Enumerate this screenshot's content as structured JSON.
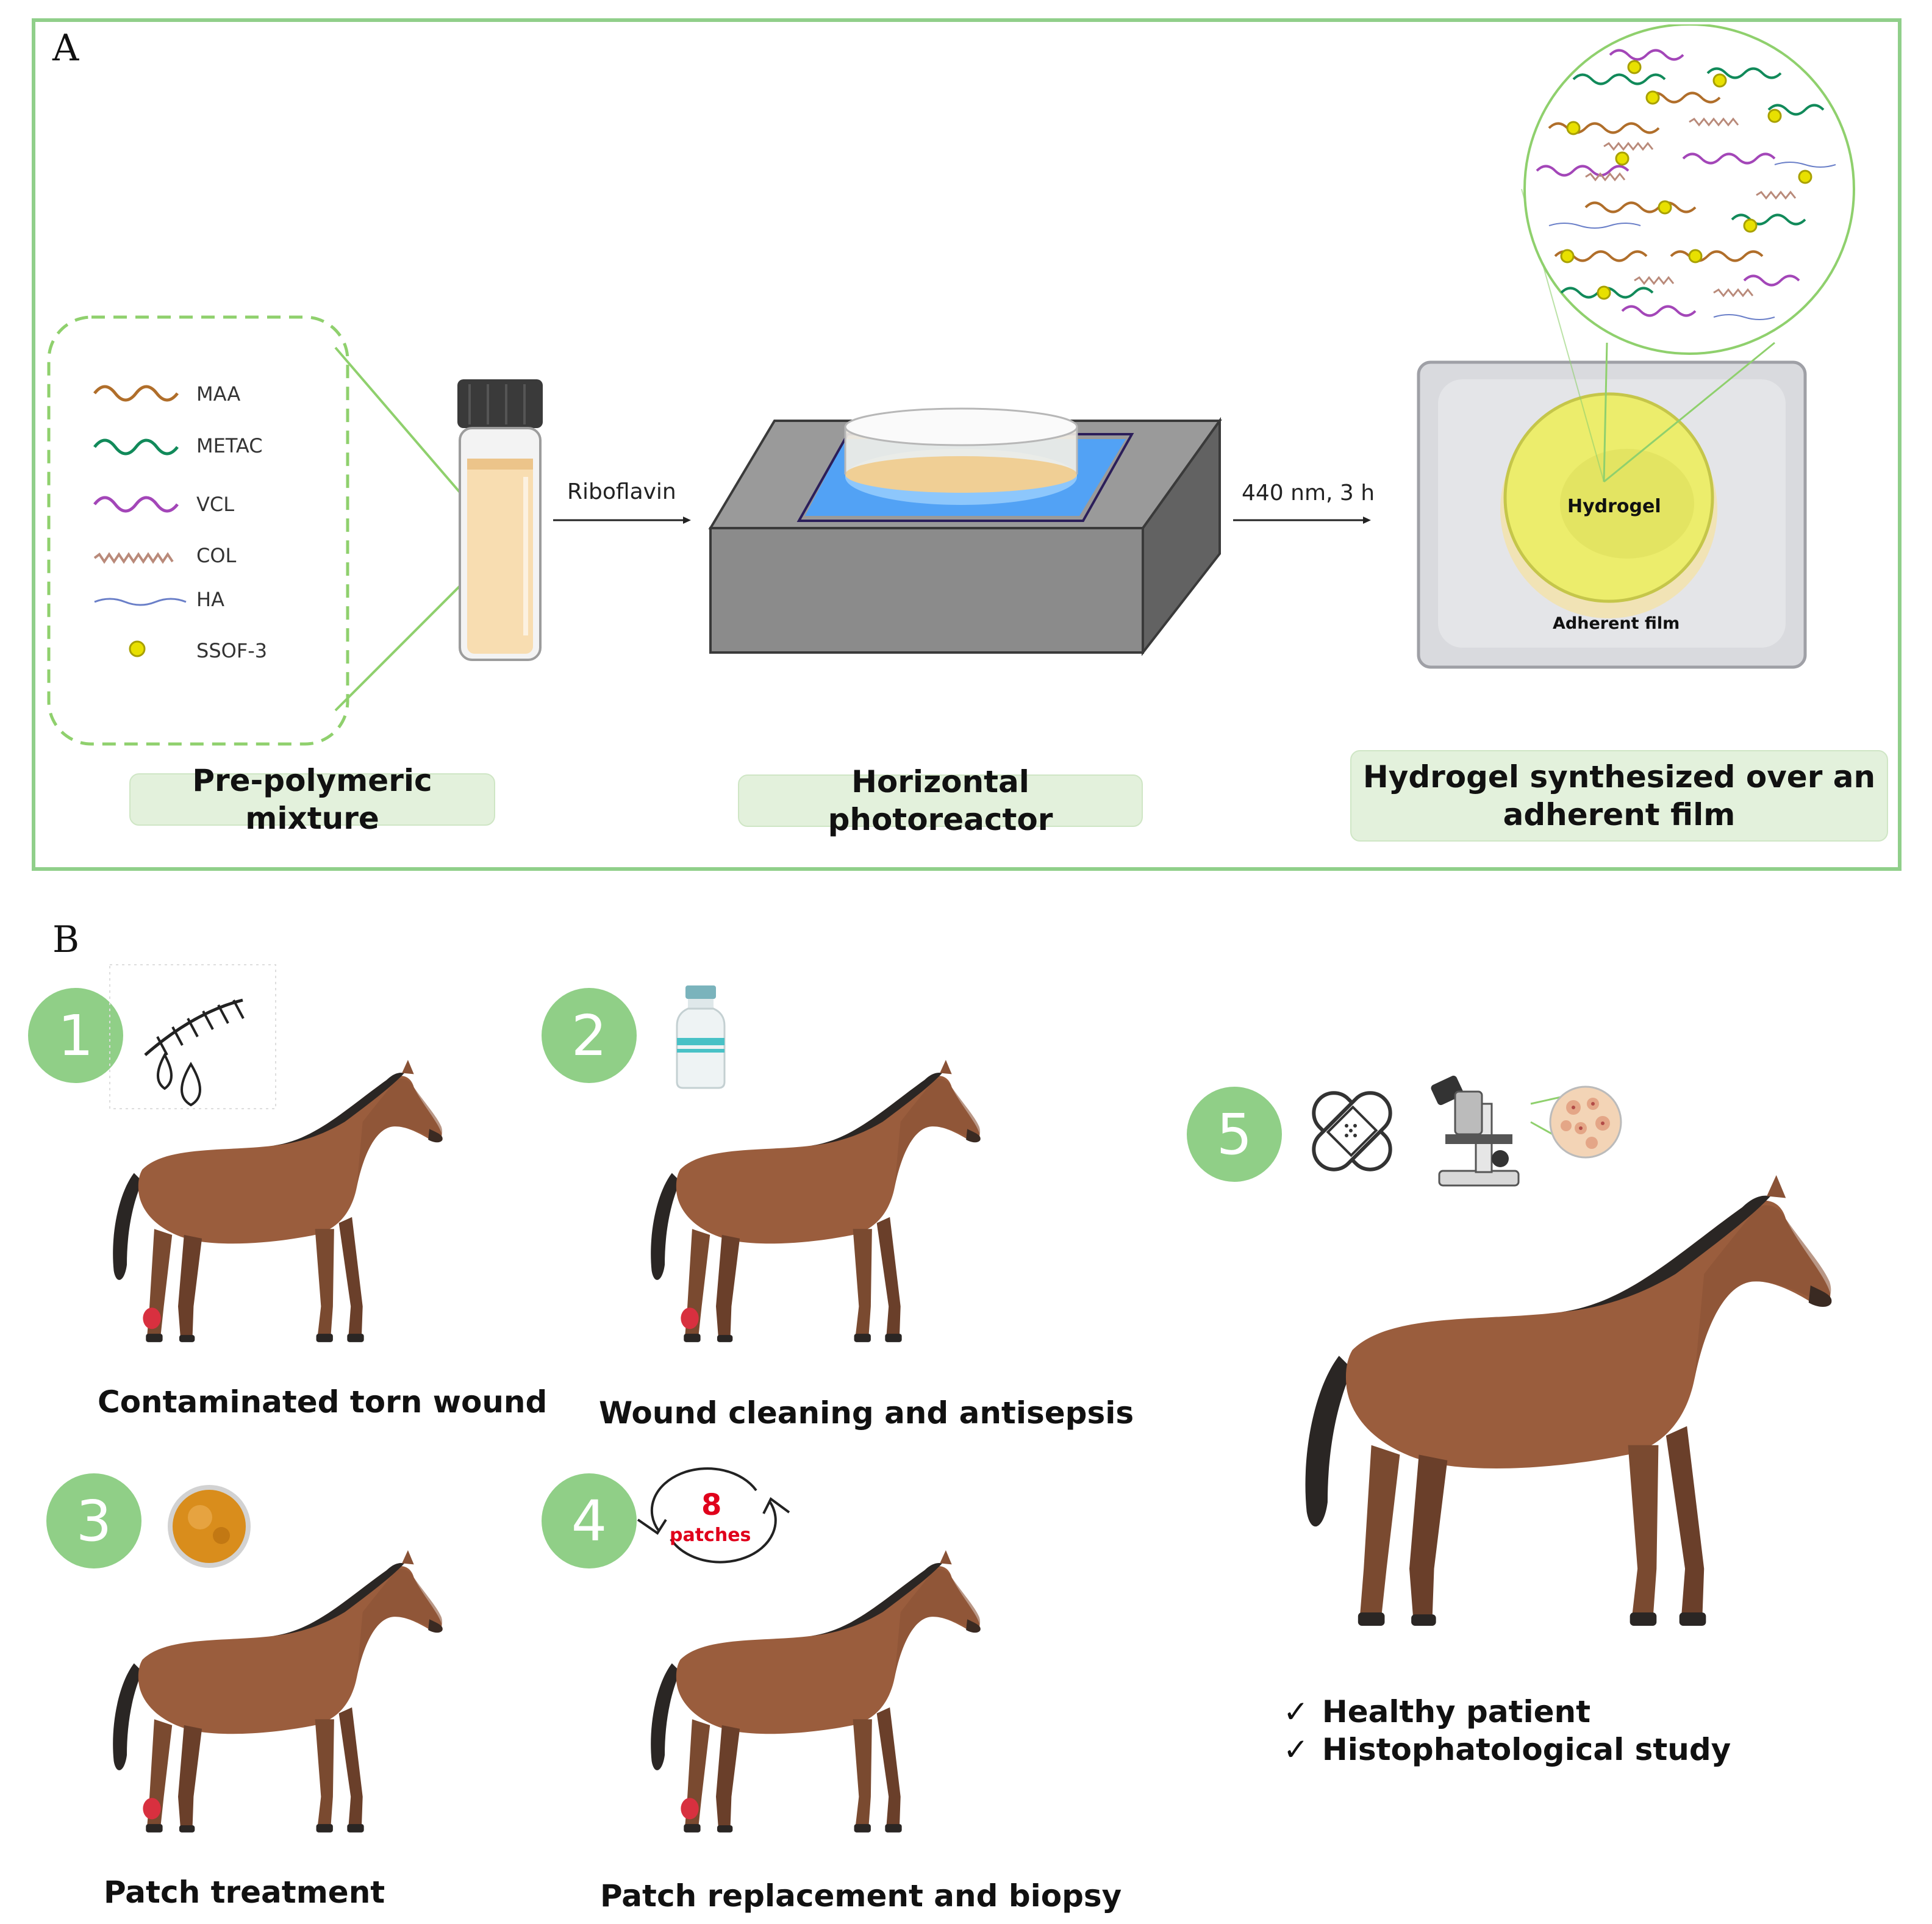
{
  "panel_a": {
    "letter": "A",
    "legend": [
      {
        "label": "MAA",
        "color": "#b06e2a"
      },
      {
        "label": "METAC",
        "color": "#118a5a"
      },
      {
        "label": "VCL",
        "color": "#a346b8"
      },
      {
        "label": "COL",
        "color": "#b98a7a"
      },
      {
        "label": "HA",
        "color": "#6a7fc8"
      },
      {
        "label": "SSOF-3",
        "color": "#e8e000"
      }
    ],
    "arrow1_label": "Riboflavin",
    "arrow2_label": "440 nm, 3 h",
    "hydrogel_label": "Hydrogel",
    "film_label": "Adherent film",
    "captions": {
      "mixture": "Pre-polymeric mixture",
      "reactor": "Horizontal photoreactor",
      "hydrogel_line1": "Hydrogel synthesized over an",
      "hydrogel_line2": "adherent film"
    }
  },
  "panel_b": {
    "letter": "B",
    "steps": [
      {
        "number": "1",
        "label": "Contaminated torn wound"
      },
      {
        "number": "2",
        "label": "Wound cleaning and antisepsis"
      },
      {
        "number": "3",
        "label": "Patch treatment"
      },
      {
        "number": "4",
        "label": "Patch replacement and biopsy"
      },
      {
        "number": "5"
      }
    ],
    "cycle_number": "8",
    "cycle_word": "patches",
    "outcomes": [
      "Healthy patient",
      "Histophatological study"
    ]
  }
}
